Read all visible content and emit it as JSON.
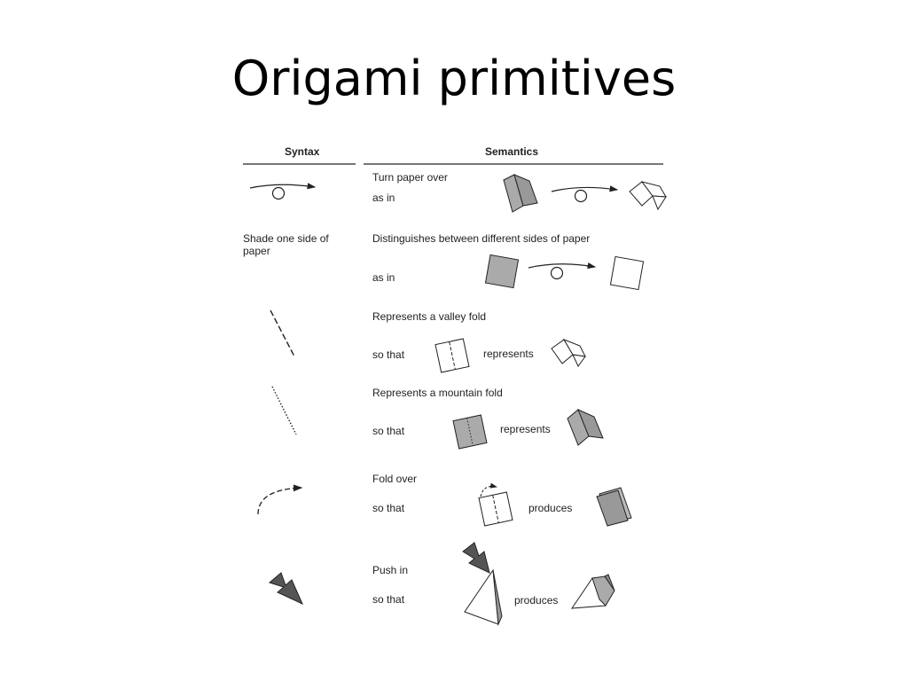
{
  "title": "Origami primitives",
  "table": {
    "header_syntax": "Syntax",
    "header_semantics": "Semantics",
    "rows": [
      {
        "syntax": "",
        "semantics": "Turn paper over",
        "connector": "as in",
        "middle": ""
      },
      {
        "syntax": "Shade one side of paper",
        "semantics": "Distinguishes between different sides of paper",
        "connector": "as in",
        "middle": ""
      },
      {
        "syntax": "",
        "semantics": "Represents a valley fold",
        "connector": "so that",
        "middle": "represents"
      },
      {
        "syntax": "",
        "semantics": "Represents a mountain fold",
        "connector": "so that",
        "middle": "represents"
      },
      {
        "syntax": "",
        "semantics": "Fold over",
        "connector": "so that",
        "middle": "produces"
      },
      {
        "syntax": "",
        "semantics": "Push in",
        "connector": "so that",
        "middle": "produces"
      }
    ]
  },
  "colors": {
    "shade": "#a9a9a9",
    "dark": "#555555",
    "line": "#222222",
    "rule": "#777777"
  }
}
